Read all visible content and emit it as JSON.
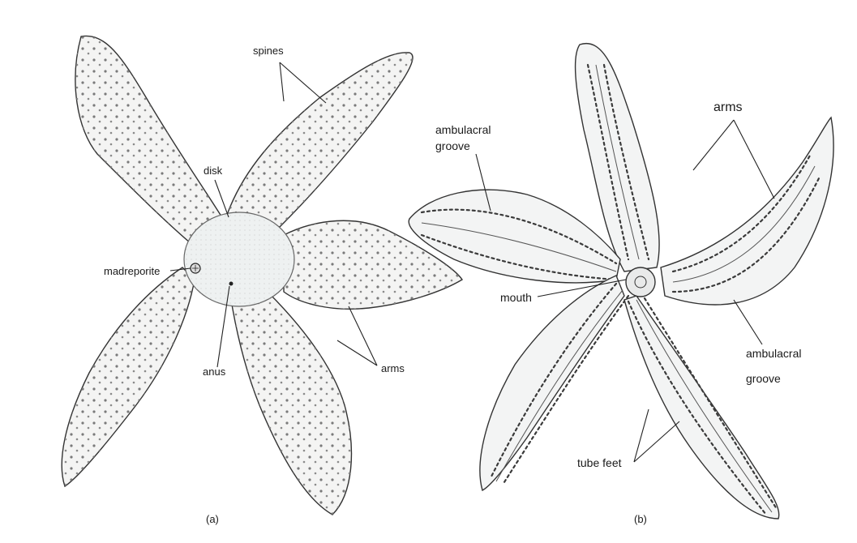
{
  "panel_a": {
    "caption": "(a)",
    "labels": {
      "spines": "spines",
      "disk": "disk",
      "madreporite": "madreporite",
      "anus": "anus",
      "arms": "arms"
    }
  },
  "panel_b": {
    "caption": "(b)",
    "labels": {
      "ambulacral_groove_top_1": "ambulacral",
      "ambulacral_groove_top_2": "groove",
      "arms": "arms",
      "mouth": "mouth",
      "ambulacral_groove_right_1": "ambulacral",
      "ambulacral_groove_right_2": "groove",
      "tube_feet": "tube feet"
    }
  },
  "colors": {
    "ink": "#1a1a1a",
    "body_fill": "#f4f4f3"
  }
}
